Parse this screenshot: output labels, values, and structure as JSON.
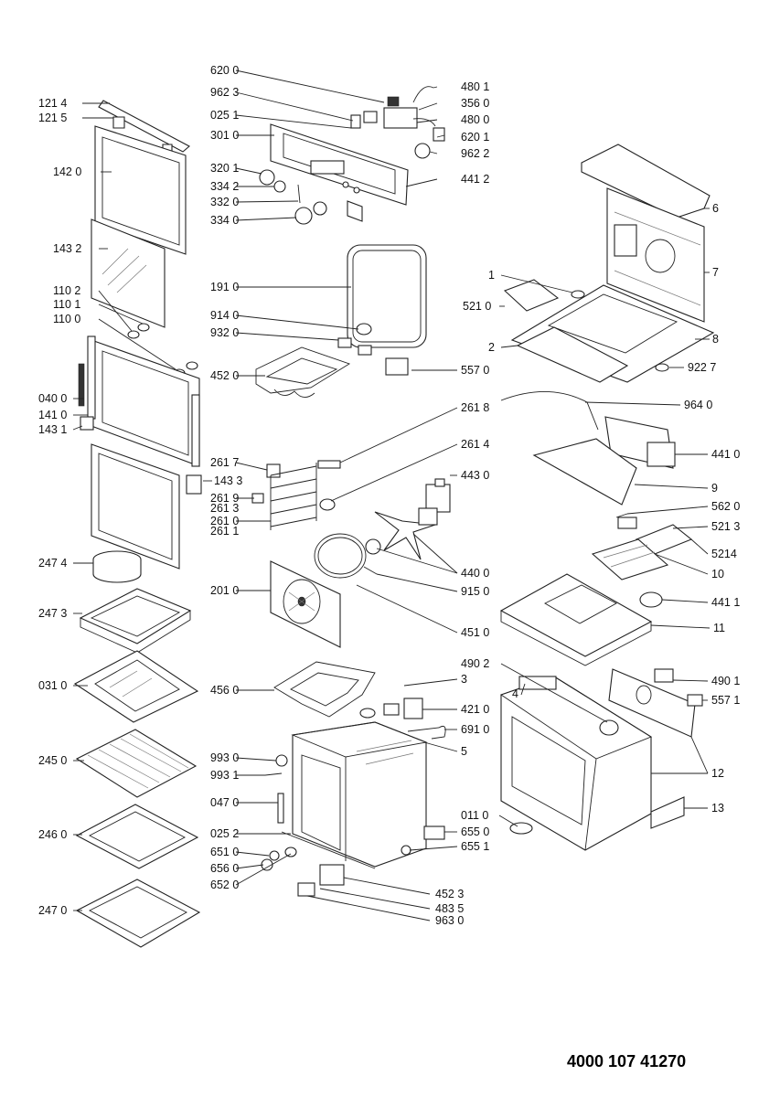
{
  "labels": {
    "p1214": "121 4",
    "p1215": "121 5",
    "p1420": "142 0",
    "p1432": "143 2",
    "p1102": "110 2",
    "p1101": "110 1",
    "p1100": "110 0",
    "p0400": "040 0",
    "p1410": "141 0",
    "p1431": "143 1",
    "p1433": "143 3",
    "p2474": "247 4",
    "p2473": "247 3",
    "p0310": "031 0",
    "p2450": "245 0",
    "p2460": "246 0",
    "p2470": "247 0",
    "p6200": "620 0",
    "p9623": "962 3",
    "p0251": "025 1",
    "p3010": "301 0",
    "p3201": "320 1",
    "p3342": "334 2",
    "p3320": "332 0",
    "p3340": "334 0",
    "p4801": "480 1",
    "p3560": "356 0",
    "p4800": "480 0",
    "p6201": "620 1",
    "p9622": "962 2",
    "p4412": "441 2",
    "p1910": "191 0",
    "p9140": "914 0",
    "p9320": "932 0",
    "p4520": "452 0",
    "p5570": "557 0",
    "p2618": "261 8",
    "p2614": "261 4",
    "p2617": "261 7",
    "p2619": "261 9",
    "p2613": "261 3",
    "p2610": "261 0",
    "p2611": "261 1",
    "p4430": "443 0",
    "p4400": "440 0",
    "p9150": "915 0",
    "p2010": "201 0",
    "p4510": "451 0",
    "p4560": "456 0",
    "p4210": "421 0",
    "p6910": "691 0",
    "p3": "3",
    "p5": "5",
    "p9930": "993 0",
    "p9931": "993 1",
    "p0470": "047 0",
    "p0252": "025 2",
    "p6510": "651 0",
    "p6560": "656 0",
    "p6520": "652 0",
    "p6550": "655 0",
    "p6551": "655 1",
    "p4523": "452 3",
    "p4835": "483 5",
    "p9630": "963 0",
    "p6": "6",
    "p7": "7",
    "p8": "8",
    "p1": "1",
    "p5210": "521 0",
    "p2": "2",
    "p9227": "922 7",
    "p9640": "964 0",
    "p4410": "441 0",
    "p9": "9",
    "p5620": "562 0",
    "p5213": "521 3",
    "p5214": "5214",
    "p10": "10",
    "p4411": "441 1",
    "p11": "11",
    "p4902": "490 2",
    "p4": "4",
    "p4901": "490 1",
    "p5571": "557 1",
    "p12": "12",
    "p0110": "011 0",
    "p13": "13"
  },
  "document_number": "4000 107 41270"
}
